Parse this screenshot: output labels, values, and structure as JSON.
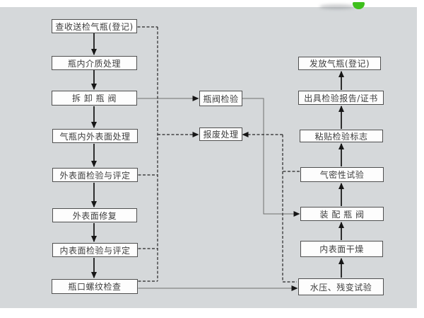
{
  "page": {
    "background_color": "#ffffff",
    "canvas_color": "#d5d8da",
    "box_border_color": "#4f4f4f",
    "text_color": "#3e3e3e",
    "logo_dot_color": "#3ec01c"
  },
  "flowchart": {
    "nodes": {
      "receive": {
        "label": "查收送检气瓶(登记)"
      },
      "medium": {
        "label": "瓶内介质处理"
      },
      "remove_valve": {
        "label": "拆 卸 瓶 阀"
      },
      "surface_treat": {
        "label": "气瓶内外表面处理"
      },
      "outer_inspect": {
        "label": "外表面检验与评定"
      },
      "outer_repair": {
        "label": "外表面修复"
      },
      "inner_inspect": {
        "label": "内表面检验与评定"
      },
      "thread_check": {
        "label": "瓶口螺纹检查"
      },
      "valve_inspect": {
        "label": "瓶阀检验"
      },
      "scrap": {
        "label": "报废处理"
      },
      "issue": {
        "label": "发放气瓶(登记)"
      },
      "report": {
        "label": "出具检验报告/证书"
      },
      "mark": {
        "label": "粘贴检验标志"
      },
      "airtight": {
        "label": "气密性试验"
      },
      "assemble": {
        "label": "装 配 瓶 阀"
      },
      "dry": {
        "label": "内表面干燥"
      },
      "hydro": {
        "label": "水压、残变试验"
      }
    },
    "edges": [
      {
        "from": "receive",
        "to": "medium",
        "style": "solid-arrow"
      },
      {
        "from": "medium",
        "to": "remove_valve",
        "style": "solid-arrow"
      },
      {
        "from": "remove_valve",
        "to": "surface_treat",
        "style": "solid-arrow"
      },
      {
        "from": "surface_treat",
        "to": "outer_inspect",
        "style": "solid-arrow"
      },
      {
        "from": "outer_inspect",
        "to": "outer_repair",
        "style": "solid-arrow"
      },
      {
        "from": "outer_repair",
        "to": "inner_inspect",
        "style": "solid-arrow"
      },
      {
        "from": "inner_inspect",
        "to": "thread_check",
        "style": "solid-arrow"
      },
      {
        "from": "remove_valve",
        "to": "valve_inspect",
        "style": "solid-arrow"
      },
      {
        "from": "valve_inspect",
        "to": "assemble",
        "style": "solid-arrow"
      },
      {
        "from": "thread_check",
        "to": "hydro",
        "style": "solid-arrow"
      },
      {
        "from": "hydro",
        "to": "dry",
        "style": "solid-arrow"
      },
      {
        "from": "dry",
        "to": "assemble",
        "style": "solid-arrow"
      },
      {
        "from": "assemble",
        "to": "airtight",
        "style": "solid-arrow"
      },
      {
        "from": "airtight",
        "to": "mark",
        "style": "solid-arrow"
      },
      {
        "from": "mark",
        "to": "report",
        "style": "solid-arrow"
      },
      {
        "from": "report",
        "to": "issue",
        "style": "solid-arrow"
      },
      {
        "from": "receive",
        "to": "scrap",
        "style": "dashed-arrow"
      },
      {
        "from": "outer_inspect",
        "to": "scrap",
        "style": "dashed-arrow"
      },
      {
        "from": "inner_inspect",
        "to": "scrap",
        "style": "dashed-arrow"
      },
      {
        "from": "thread_check",
        "to": "scrap",
        "style": "dashed-arrow"
      },
      {
        "from": "airtight",
        "to": "scrap",
        "style": "dashed-arrow"
      },
      {
        "from": "hydro",
        "to": "scrap",
        "style": "dashed-arrow"
      }
    ]
  }
}
